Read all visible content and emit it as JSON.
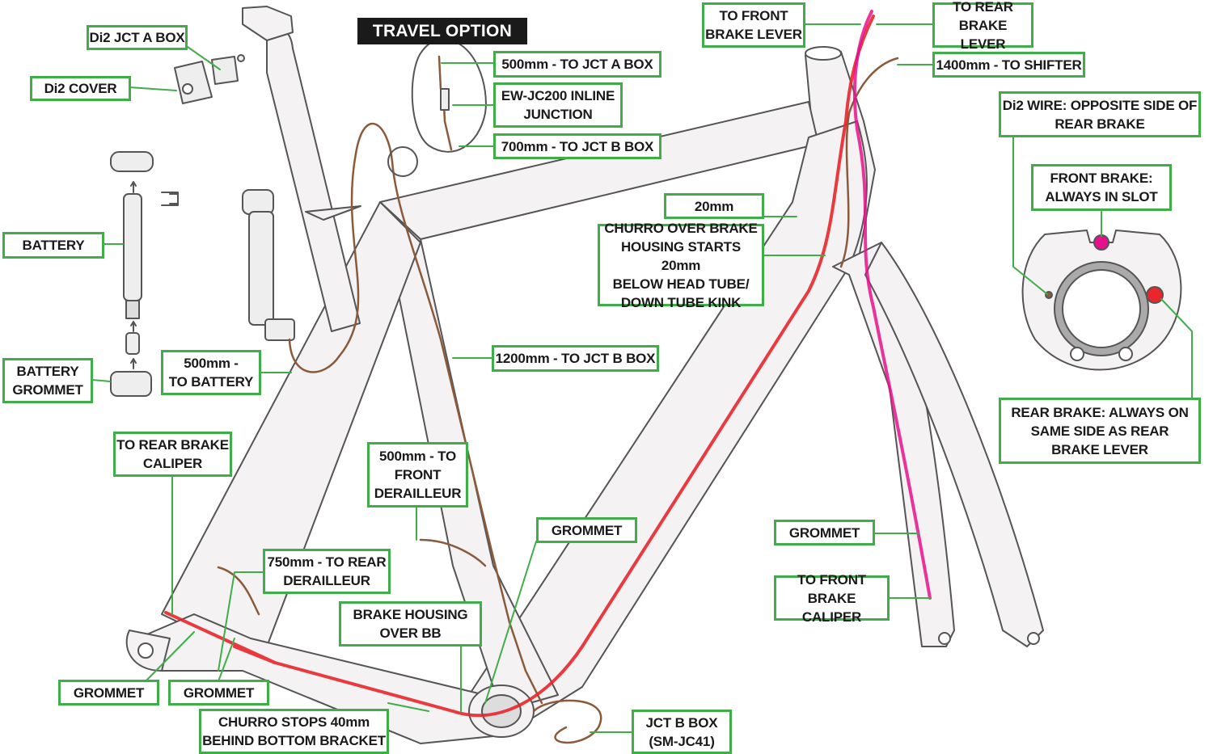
{
  "title": "TRAVEL OPTION",
  "colors": {
    "label_border": "#3fae49",
    "frame_outline": "#555555",
    "frame_fill": "#f4f2f2",
    "di2_wire": "#8a5a3a",
    "rear_brake_housing": "#e8262b",
    "front_brake_housing": "#e6128c"
  },
  "labels": [
    {
      "id": "di2-jct-a-box",
      "text": "Di2 JCT A BOX"
    },
    {
      "id": "di2-cover",
      "text": "Di2 COVER"
    },
    {
      "id": "battery",
      "text": "BATTERY"
    },
    {
      "id": "battery-grommet",
      "text": "BATTERY\nGROMMET"
    },
    {
      "id": "to-battery-500",
      "text": "500mm -\nTO BATTERY"
    },
    {
      "id": "jct-a-500",
      "text": "500mm - TO JCT A BOX"
    },
    {
      "id": "inline-junction",
      "text": "EW-JC200 INLINE\nJUNCTION"
    },
    {
      "id": "jct-b-700",
      "text": "700mm - TO JCT B BOX"
    },
    {
      "id": "to-front-brake-lever",
      "text": "TO FRONT\nBRAKE LEVER"
    },
    {
      "id": "to-rear-brake-lever",
      "text": "TO REAR\nBRAKE LEVER"
    },
    {
      "id": "shifter-1400",
      "text": "1400mm - TO SHIFTER"
    },
    {
      "id": "di2-wire-opposite",
      "text": "Di2 WIRE: OPPOSITE SIDE OF\nREAR BRAKE"
    },
    {
      "id": "front-brake-slot",
      "text": "FRONT BRAKE:\nALWAYS IN SLOT"
    },
    {
      "id": "churro-20mm",
      "text": "20mm"
    },
    {
      "id": "churro-over-housing",
      "text": "CHURRO OVER BRAKE\nHOUSING STARTS 20mm\nBELOW HEAD TUBE/\nDOWN TUBE KINK"
    },
    {
      "id": "jct-b-1200",
      "text": "1200mm - TO JCT B BOX"
    },
    {
      "id": "rear-brake-same-side",
      "text": "REAR BRAKE: ALWAYS ON\nSAME SIDE AS REAR\nBRAKE LEVER"
    },
    {
      "id": "to-rear-brake-caliper",
      "text": "TO REAR BRAKE\nCALIPER"
    },
    {
      "id": "front-derailleur-500",
      "text": "500mm - TO\nFRONT\nDERAILLEUR"
    },
    {
      "id": "grommet-mid",
      "text": "GROMMET"
    },
    {
      "id": "grommet-fork",
      "text": "GROMMET"
    },
    {
      "id": "rear-derailleur-750",
      "text": "750mm - TO REAR\nDERAILLEUR"
    },
    {
      "id": "to-front-brake-caliper",
      "text": "TO FRONT BRAKE\nCALIPER"
    },
    {
      "id": "brake-housing-bb",
      "text": "BRAKE HOUSING\nOVER BB"
    },
    {
      "id": "grommet-left",
      "text": "GROMMET"
    },
    {
      "id": "grommet-right",
      "text": "GROMMET"
    },
    {
      "id": "churro-stops",
      "text": "CHURRO STOPS 40mm\nBEHIND BOTTOM BRACKET"
    },
    {
      "id": "jct-b-box",
      "text": "JCT B BOX\n(SM-JC41)"
    }
  ]
}
